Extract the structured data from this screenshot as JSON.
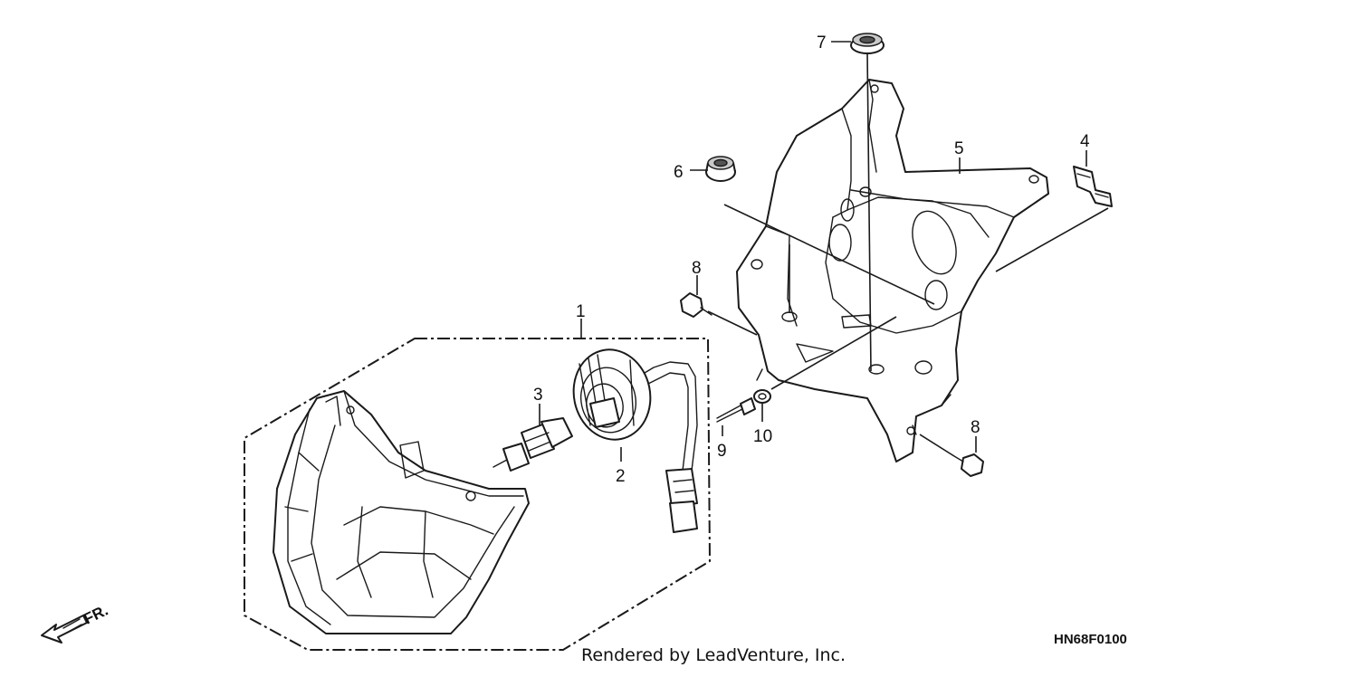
{
  "callouts": {
    "c1": "1",
    "c2": "2",
    "c3": "3",
    "c4": "4",
    "c5": "5",
    "c6": "6",
    "c7": "7",
    "c8a": "8",
    "c8b": "8",
    "c9": "9",
    "c10": "10"
  },
  "direction_label": "FR.",
  "footer_credit": "Rendered by LeadVenture, Inc.",
  "diagram_code": "HN68F0100"
}
